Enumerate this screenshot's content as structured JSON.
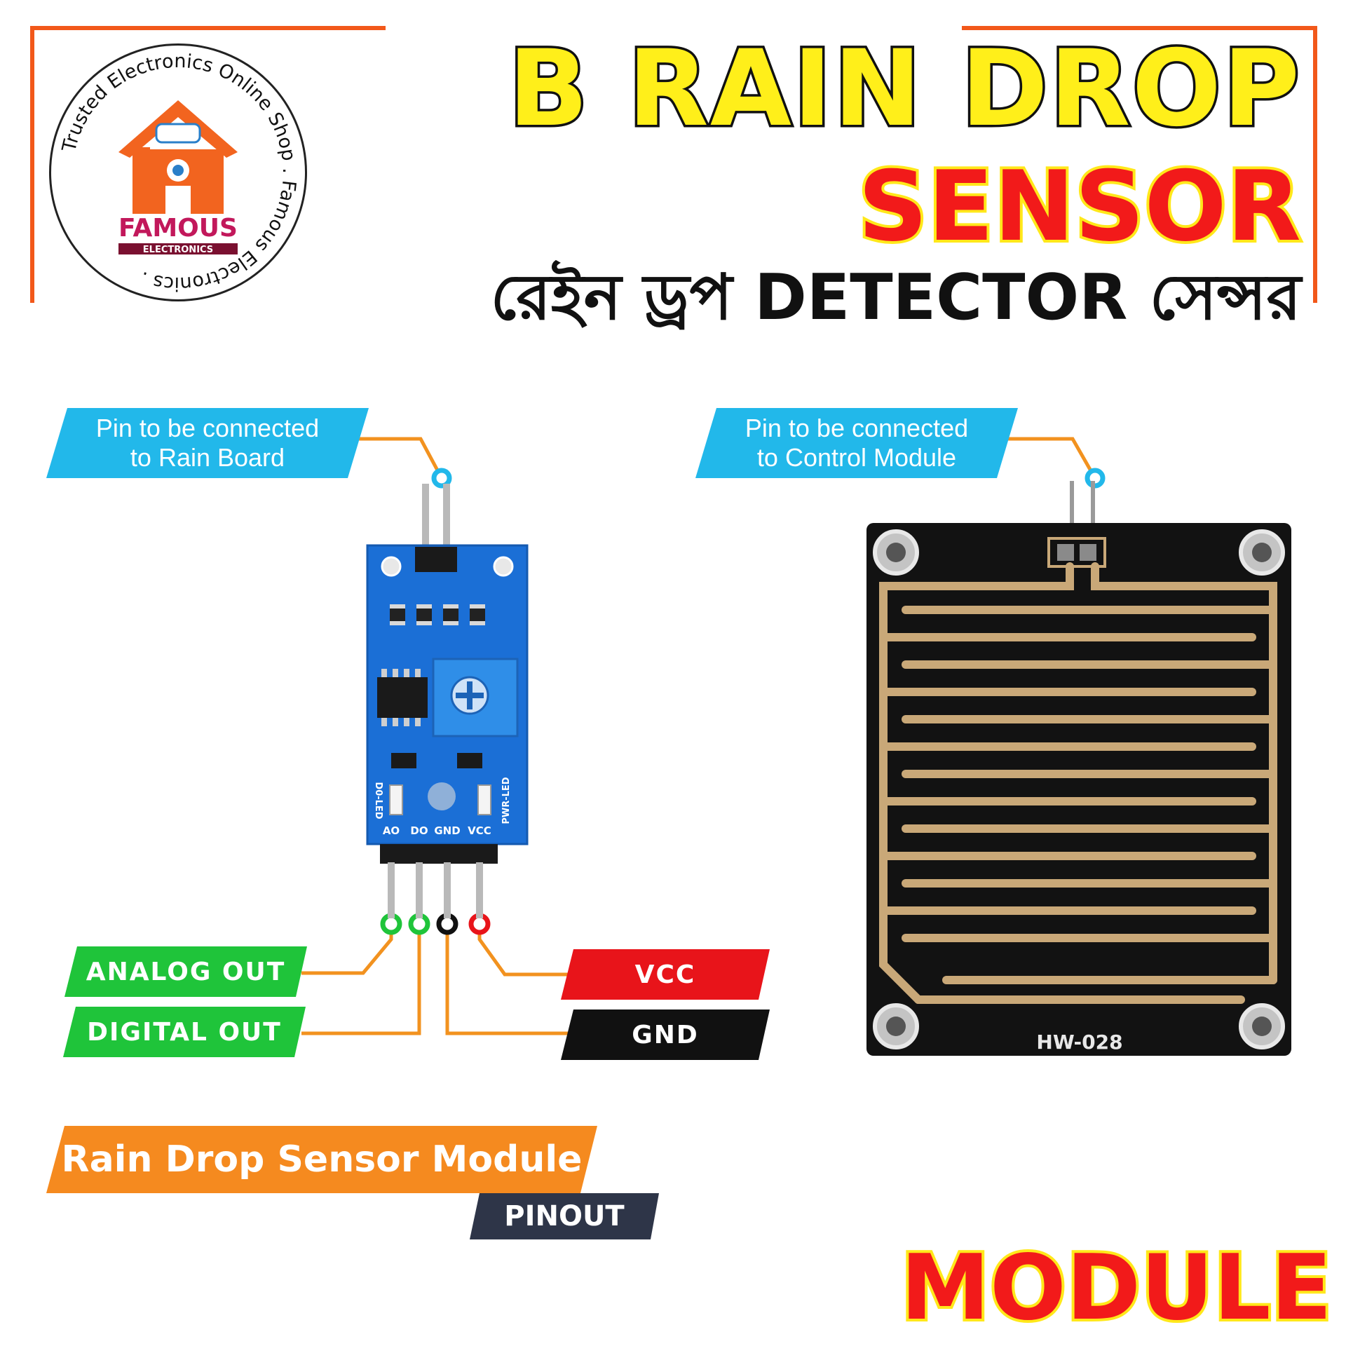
{
  "logo": {
    "ring_text": "Trusted Electronics Online Shop . Famous Electronics .",
    "brand": "FAMOUS",
    "sub": "ELECTRONICS",
    "accent": "#f2641f",
    "brand_color": "#c2185b"
  },
  "title": {
    "line1": "B RAIN DROP",
    "line2": "SENSOR",
    "line3": "রেইন ড্রপ DETECTOR সেন্সর"
  },
  "callouts": {
    "rain_board": {
      "line1": "Pin to be connected",
      "line2": "to Rain Board"
    },
    "control_module": {
      "line1": "Pin to be connected",
      "line2": "to Control Module"
    }
  },
  "pins": {
    "analog": "ANALOG OUT",
    "digital": "DIGITAL OUT",
    "vcc": "VCC",
    "gnd": "GND"
  },
  "module_board": {
    "header_labels": [
      "AO",
      "DO",
      "GND",
      "VCC"
    ],
    "led_left": "D0-LED",
    "led_right": "PWR-LED"
  },
  "sensor_board": {
    "model": "HW-028"
  },
  "footer": {
    "module_title": "Rain Drop Sensor Module",
    "pinout": "PINOUT",
    "module_word": "MODULE"
  },
  "colors": {
    "callout_blue": "#22b8ea",
    "wire_orange": "#f2921f",
    "analog_green": "#1fc43a",
    "vcc_red": "#e8141a",
    "gnd_black": "#111111",
    "module_orange": "#f58a1f",
    "pinout_navy": "#2e3548",
    "frame_orange": "#f2581a",
    "pcb_blue": "#1b6fd6",
    "pcb_black": "#121212",
    "trace_copper": "#c9a878"
  }
}
